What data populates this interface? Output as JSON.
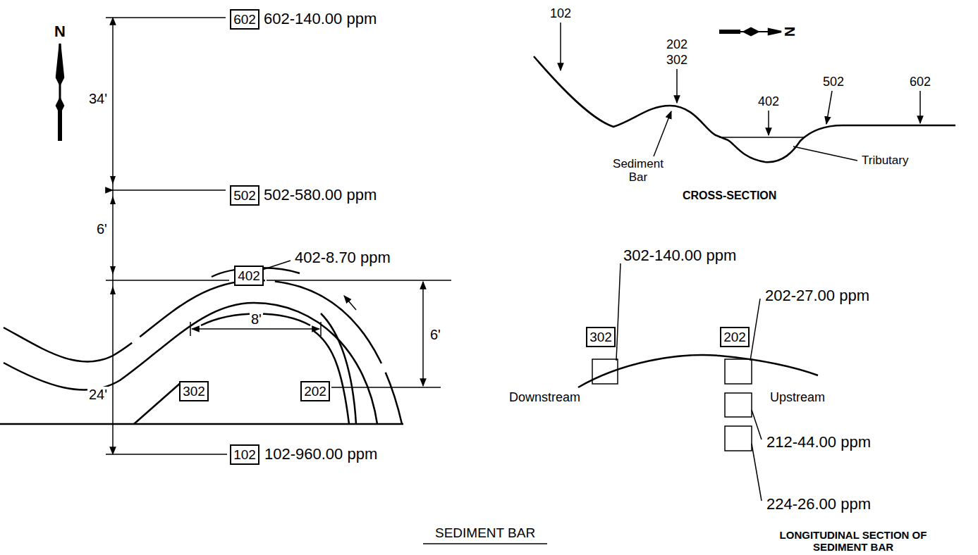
{
  "diagram": {
    "title": "SEDIMENT BAR",
    "nodes": [
      {
        "text": [
          "602"
        ]
      },
      {
        "text": [
          "502"
        ]
      },
      {
        "text": [
          "402"
        ]
      },
      {
        "text": [
          "302"
        ]
      },
      {
        "text": [
          "202"
        ]
      },
      {
        "text": [
          "102"
        ]
      },
      {
        "text": [
          "302"
        ]
      },
      {
        "text": [
          "202"
        ]
      }
    ],
    "labels": [
      "N",
      "34'",
      "6'",
      "24'",
      "8'",
      "6'",
      "602-140.00 ppm",
      "502-580.00 ppm",
      "402-8.70 ppm",
      "102-960.00 ppm",
      "N",
      "102",
      "202",
      "302",
      "402",
      "502",
      "602",
      "Sediment Bar",
      "Tributary",
      "CROSS-SECTION",
      "302-140.00 ppm",
      "202-27.00 ppm",
      "212-44.00 ppm",
      "224-26.00 ppm",
      "Downstream",
      "Upstream",
      "LONGITUDINAL SECTION OF SEDIMENT BAR"
    ]
  }
}
